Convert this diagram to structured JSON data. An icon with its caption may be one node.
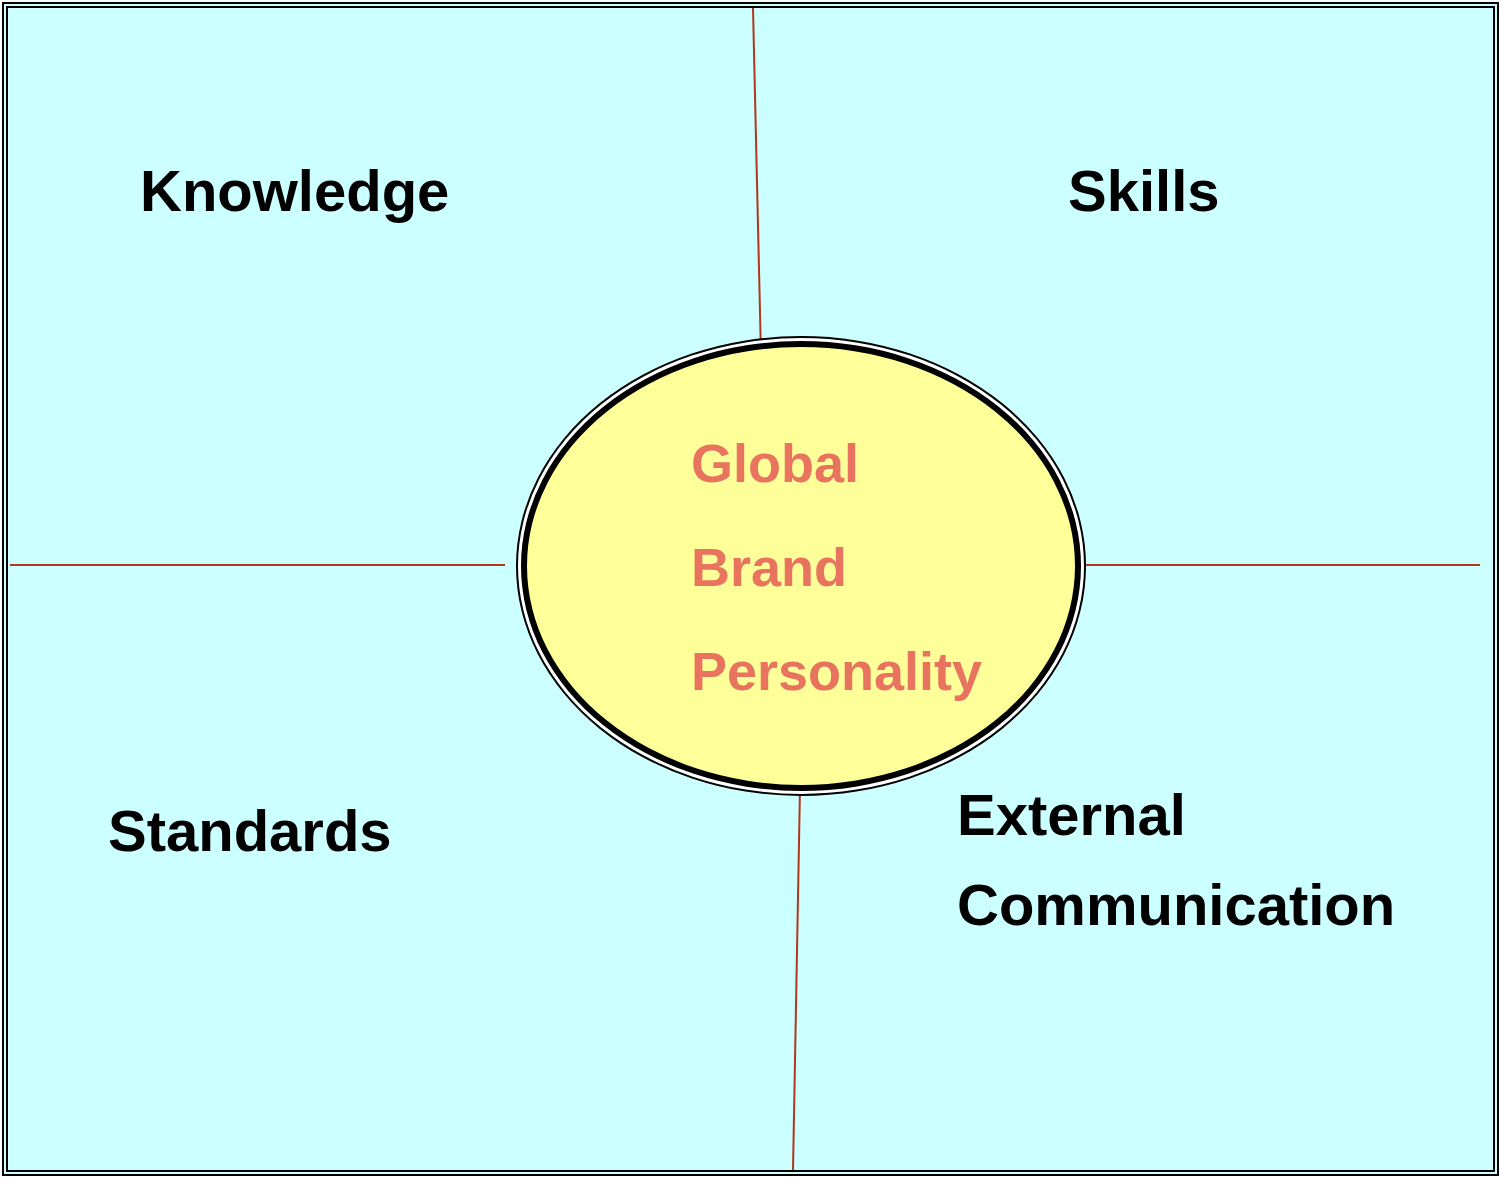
{
  "diagram": {
    "nodes": [
      {
        "text": [
          "Knowledge"
        ]
      },
      {
        "text": [
          "Skills"
        ]
      },
      {
        "text": [
          "Global Brand Personality"
        ]
      },
      {
        "text": [
          "Standards"
        ]
      },
      {
        "text": [
          "External Communication"
        ]
      }
    ]
  }
}
